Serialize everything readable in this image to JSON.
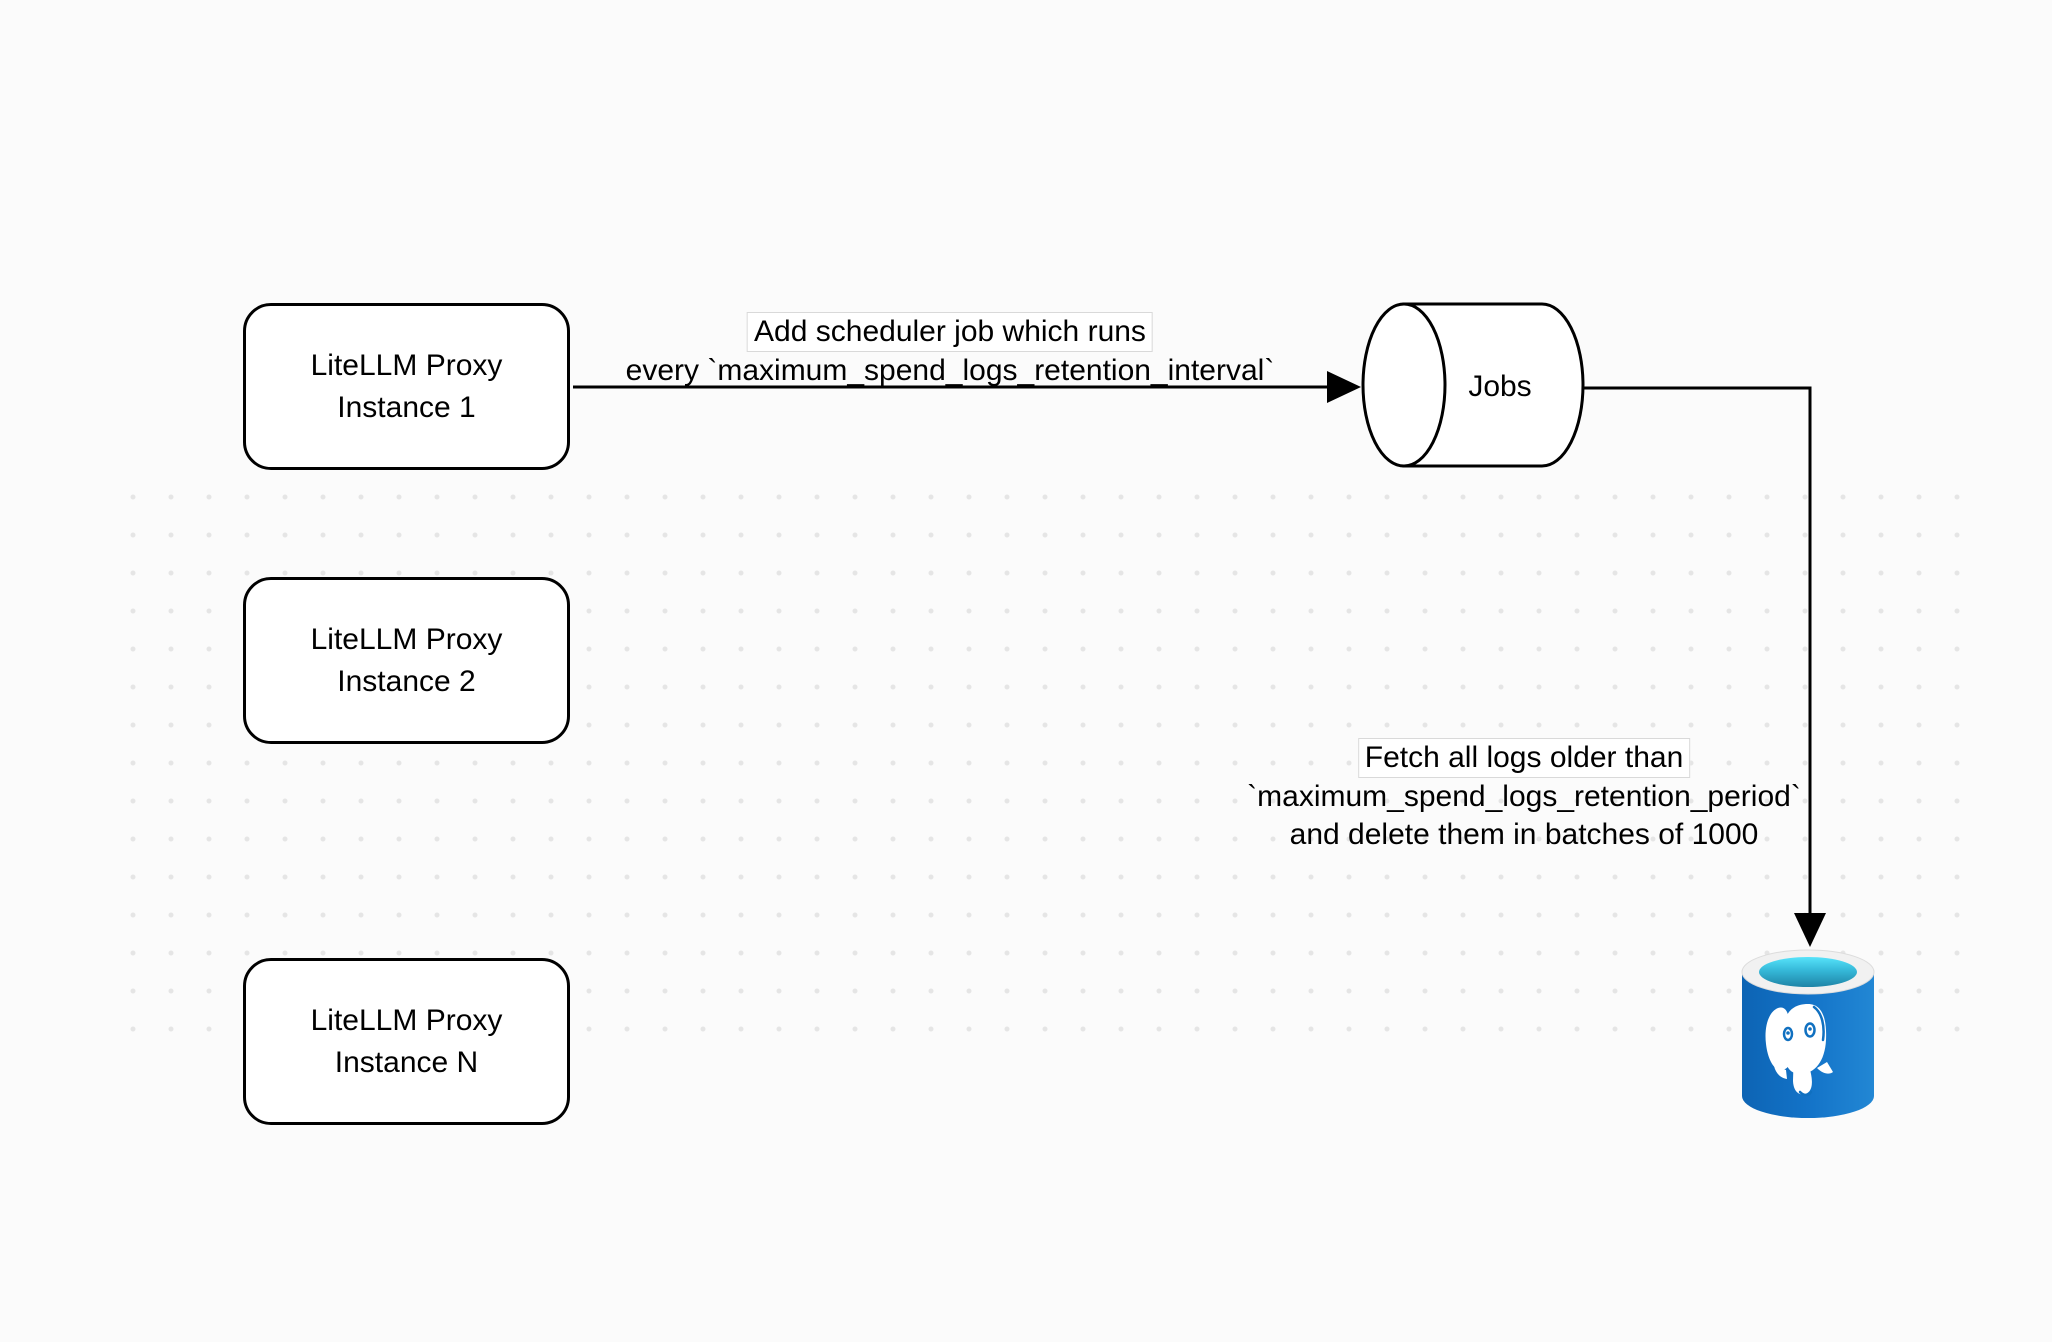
{
  "diagram": {
    "nodes": {
      "instance1": {
        "line1": "LiteLLM Proxy",
        "line2": "Instance 1"
      },
      "instance2": {
        "line1": "LiteLLM Proxy",
        "line2": "Instance 2"
      },
      "instanceN": {
        "line1": "LiteLLM Proxy",
        "line2": "Instance N"
      },
      "jobs": {
        "label": "Jobs"
      }
    },
    "edges": {
      "scheduler": {
        "line1": "Add scheduler job which runs",
        "line2": "every `maximum_spend_logs_retention_interval`"
      },
      "fetch": {
        "line1": "Fetch all logs older than",
        "line2": "`maximum_spend_logs_retention_period`",
        "line3": "and delete them in batches of 1000"
      }
    },
    "icons": {
      "database": "postgresql-database-icon"
    },
    "colors": {
      "background": "#fbfbfb",
      "shape_stroke": "#000000",
      "dot_grid": "#e5e5e5",
      "label_box_border": "#d9d9d9",
      "db_body_dark": "#0d64b4",
      "db_body_light": "#2287d4",
      "db_rim": "#f1f1f1",
      "db_inner_top": "#56e3fa",
      "db_inner_bottom": "#1f84a6",
      "db_detail_blue": "#1070c0"
    }
  }
}
